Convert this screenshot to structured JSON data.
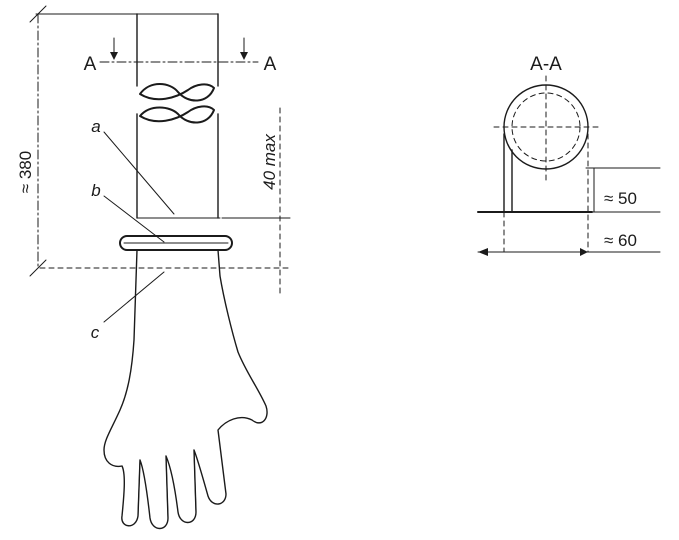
{
  "drawing": {
    "section_mark_left": "A",
    "section_mark_right": "A",
    "dim_overall_length": "≈ 380",
    "dim_max_length": "40 max",
    "label_a": "a",
    "label_b": "b",
    "label_c": "c"
  },
  "section": {
    "title": "A-A",
    "dim_height": "≈ 50",
    "dim_width": "≈ 60"
  }
}
